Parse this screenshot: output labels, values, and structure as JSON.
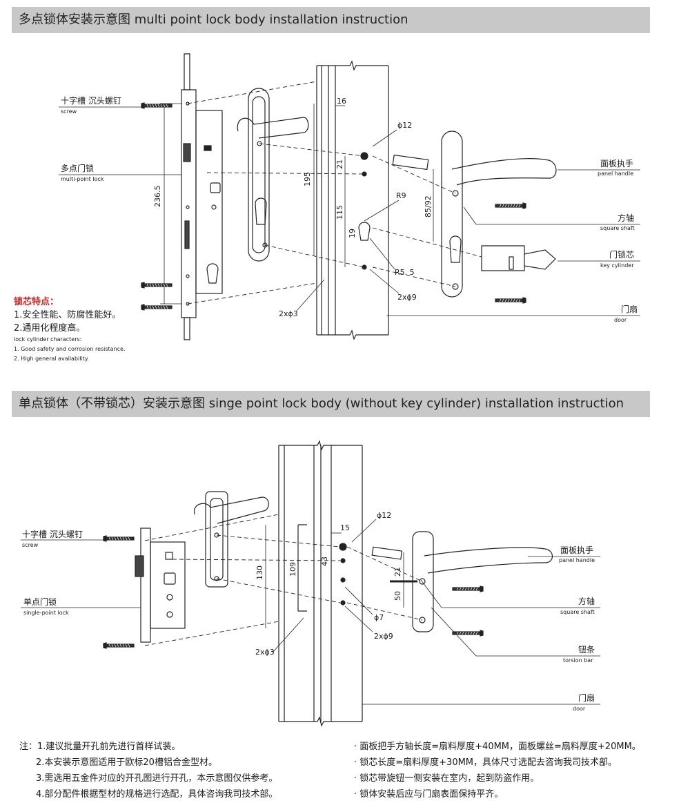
{
  "section1": {
    "banner": "多点锁体安装示意图 multi point lock body installation instruction",
    "labels": {
      "screw_cn": "十字槽 沉头螺钉",
      "screw_en": "screw",
      "lock_cn": "多点门锁",
      "lock_en": "multi-point lock",
      "handle_cn": "面板执手",
      "handle_en": "panel handle",
      "shaft_cn": "方轴",
      "shaft_en": "square shaft",
      "cylinder_cn": "门锁芯",
      "cylinder_en": "key cylinder",
      "door_cn": "门扇",
      "door_en": "door"
    },
    "dims": {
      "d2365": "236.5",
      "d195": "195",
      "d115": "115",
      "d21": "21",
      "d19": "19",
      "d16": "16",
      "phi12": "ϕ12",
      "r9": "R9",
      "r55": "R5. 5",
      "phi9": "2xϕ9",
      "phi3": "2xϕ3",
      "d8592": "85/92"
    },
    "features": {
      "title": "锁芯特点：",
      "cn": [
        "1.安全性能、防腐性能好。",
        "2.通用化程度高。"
      ],
      "en": [
        "lock cylinder characters:",
        "1. Good safety and corrosion resistance.",
        "2. High general availability."
      ]
    }
  },
  "section2": {
    "banner": "单点锁体（不带锁芯）安装示意图 singe point lock body (without key cylinder) installation instruction",
    "labels": {
      "screw_cn": "十字槽 沉头螺钉",
      "screw_en": "screw",
      "lock_cn": "单点门锁",
      "lock_en": "single-point lock",
      "handle_cn": "面板执手",
      "handle_en": "panel handle",
      "shaft_cn": "方轴",
      "shaft_en": "square shaft",
      "torsion_cn": "钮条",
      "torsion_en": "torsion bar",
      "door_cn": "门扇",
      "door_en": "door"
    },
    "dims": {
      "d130": "130",
      "d109": "109",
      "d43": "43",
      "d15": "15",
      "d21": "21",
      "d50": "50",
      "phi12": "ϕ12",
      "phi7": "ϕ7",
      "phi9": "2xϕ9",
      "phi3": "2xϕ3"
    }
  },
  "notes": {
    "left": [
      "注：1.建议批量开孔前先进行首样试装。",
      "2.本安装示意图适用于欧标20槽铝合金型材。",
      "3.需选用五金件对应的开孔图进行开孔，本示意图仅供参考。",
      "4.部分配件根据型材的规格进行选配，具体咨询我司技术部。"
    ],
    "right": [
      "· 面板把手方轴长度=扇料厚度+40MM，面板螺丝=扇料厚度+20MM。",
      "· 锁芯长度=扇料厚度+30MM，具体尺寸选配去咨询我司技术部。",
      "· 锁芯带旋钮一侧安装在室内，起到防盗作用。",
      "· 锁体安装后应与门扇表面保持平齐。"
    ]
  }
}
